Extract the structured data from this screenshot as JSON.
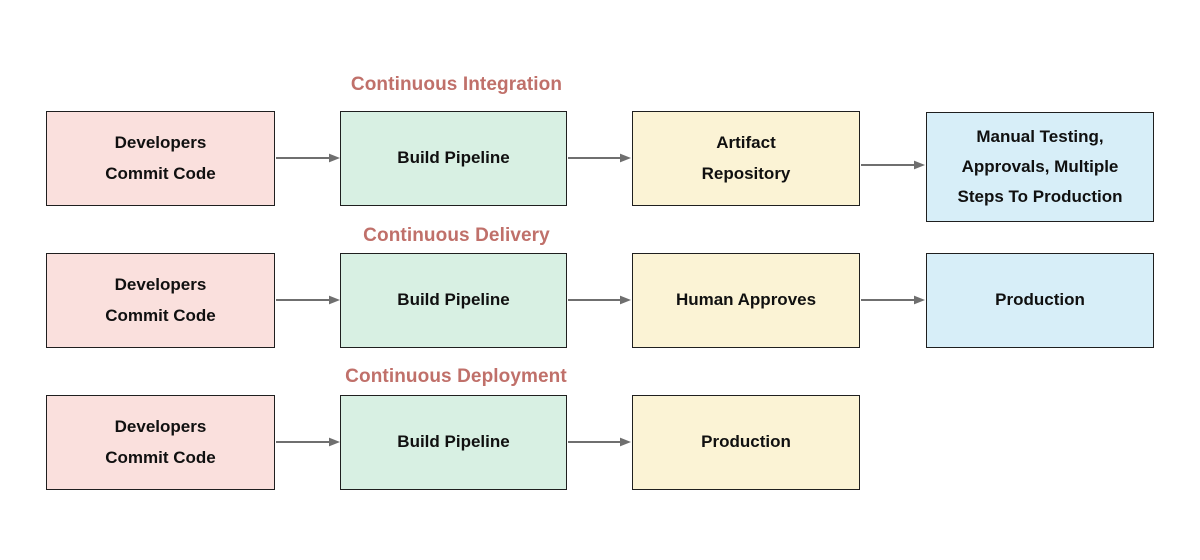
{
  "diagram": {
    "title_color": "#c0706a",
    "arrow_color": "#6f6f6f",
    "border_color": "#1f1f1f",
    "background": "#ffffff",
    "rows": [
      {
        "title": "Continuous Integration",
        "nodes": [
          {
            "label": "Developers Commit Code",
            "line1": "Developers",
            "line2": "Commit Code",
            "line3": "",
            "color": "#fae0dd",
            "color_name": "pink"
          },
          {
            "label": "Build Pipeline",
            "line1": "Build Pipeline",
            "line2": "",
            "line3": "",
            "color": "#d8f0e3",
            "color_name": "green"
          },
          {
            "label": "Artifact Repository",
            "line1": "Artifact",
            "line2": "Repository",
            "line3": "",
            "color": "#fbf3d5",
            "color_name": "yellow"
          },
          {
            "label": "Manual Testing, Approvals, Multiple Steps To Production",
            "line1": "Manual Testing,",
            "line2": "Approvals, Multiple",
            "line3": "Steps To Production",
            "color": "#d7eef8",
            "color_name": "blue"
          }
        ]
      },
      {
        "title": "Continuous Delivery",
        "nodes": [
          {
            "label": "Developers Commit Code",
            "line1": "Developers",
            "line2": "Commit Code",
            "line3": "",
            "color": "#fae0dd",
            "color_name": "pink"
          },
          {
            "label": "Build Pipeline",
            "line1": "Build Pipeline",
            "line2": "",
            "line3": "",
            "color": "#d8f0e3",
            "color_name": "green"
          },
          {
            "label": "Human Approves",
            "line1": "Human Approves",
            "line2": "",
            "line3": "",
            "color": "#fbf3d5",
            "color_name": "yellow"
          },
          {
            "label": "Production",
            "line1": "Production",
            "line2": "",
            "line3": "",
            "color": "#d7eef8",
            "color_name": "blue"
          }
        ]
      },
      {
        "title": "Continuous Deployment",
        "nodes": [
          {
            "label": "Developers Commit Code",
            "line1": "Developers",
            "line2": "Commit Code",
            "line3": "",
            "color": "#fae0dd",
            "color_name": "pink"
          },
          {
            "label": "Build Pipeline",
            "line1": "Build Pipeline",
            "line2": "",
            "line3": "",
            "color": "#d8f0e3",
            "color_name": "green"
          },
          {
            "label": "Production",
            "line1": "Production",
            "line2": "",
            "line3": "",
            "color": "#fbf3d5",
            "color_name": "yellow"
          }
        ]
      }
    ]
  }
}
